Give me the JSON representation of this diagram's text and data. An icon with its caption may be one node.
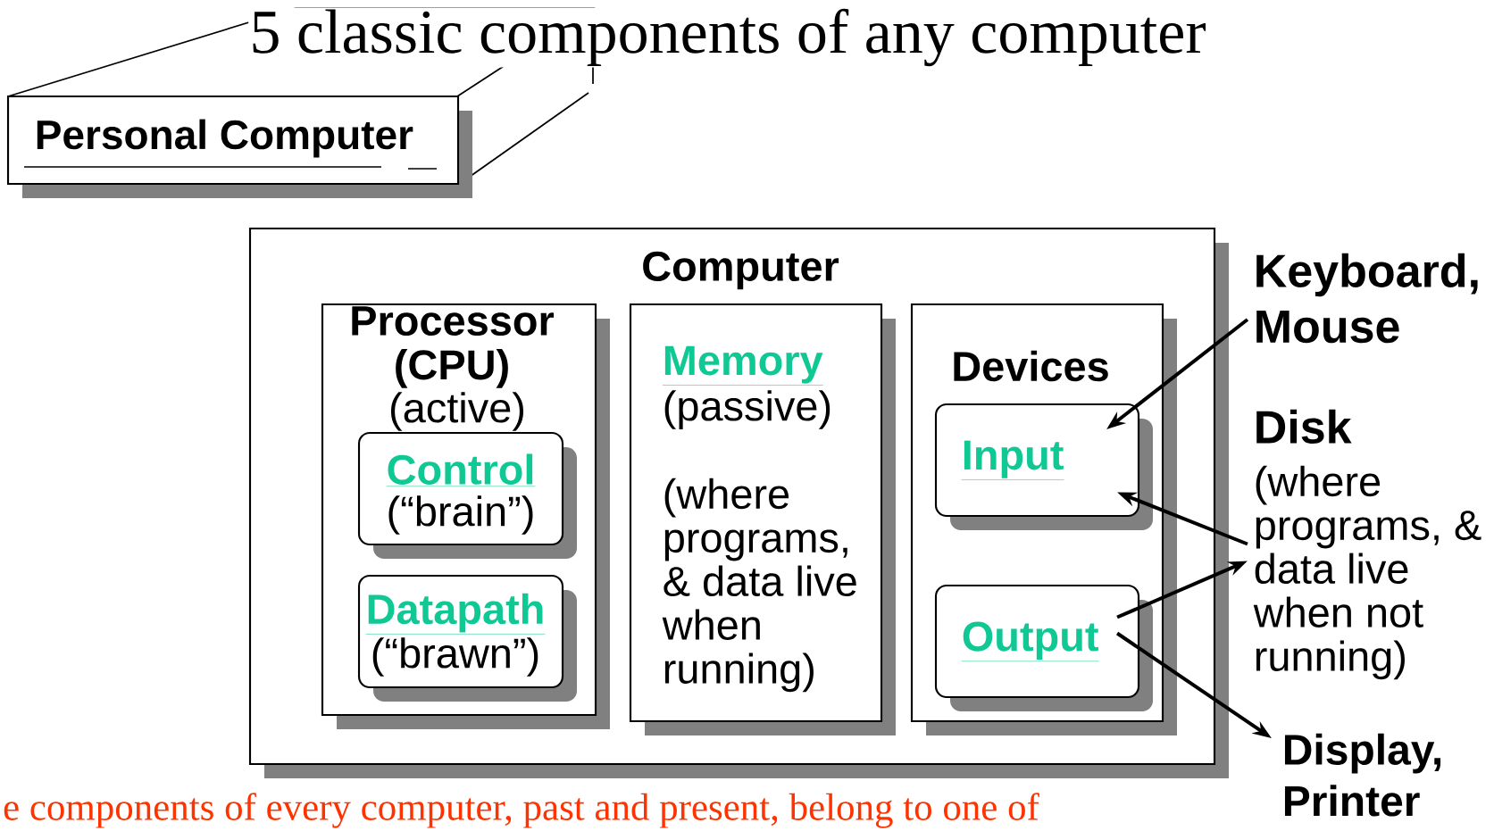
{
  "diagram": {
    "title": "5 classic components of any computer",
    "caption": "e components of every computer, past and present, belong to one of",
    "nodes": [
      {
        "text": [
          "Personal Computer"
        ]
      },
      {
        "text": [
          "Computer"
        ]
      },
      {
        "text": [
          "Processor (CPU)",
          "(active)"
        ],
        "in": 1
      },
      {
        "text": [
          "Control",
          "(“brain”)"
        ],
        "in": 2
      },
      {
        "text": [
          "Datapath",
          "(“brawn”)"
        ],
        "in": 2
      },
      {
        "text": [
          "Memory",
          "(passive)",
          "(where programs, & data live when running)"
        ],
        "in": 1
      },
      {
        "text": [
          "Devices"
        ],
        "in": 1
      },
      {
        "text": [
          "Input"
        ],
        "in": 6
      },
      {
        "text": [
          "Output"
        ],
        "in": 6
      },
      {
        "text": [
          "Keyboard, Mouse"
        ]
      },
      {
        "text": [
          "Disk",
          "(where programs, & data live when not running)"
        ]
      },
      {
        "text": [
          "Display, Printer"
        ]
      }
    ],
    "edges": [
      {
        "from": 9,
        "to": 7,
        "arrow": "to"
      },
      {
        "from": 10,
        "to": 7,
        "arrow": "to"
      },
      {
        "from": 8,
        "to": 10,
        "arrow": "to"
      },
      {
        "from": 8,
        "to": 11,
        "arrow": "to"
      }
    ]
  }
}
